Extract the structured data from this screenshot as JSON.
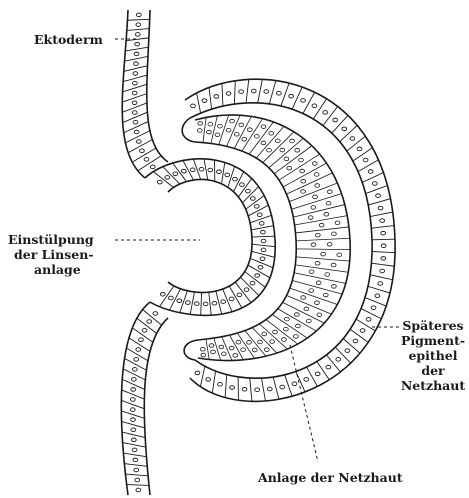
{
  "labels": {
    "ektoderm": "Ektoderm",
    "linsen_line1": "Einstülpung",
    "linsen_line2": "der Linsen-",
    "linsen_line3": "anlage",
    "pigment_line1": "Späteres",
    "pigment_line2": "Pigment-",
    "pigment_line3": "epithel",
    "pigment_line4": "der",
    "pigment_line5": "Netzhaut",
    "netzhaut": "Anlage der Netzhaut"
  }
}
